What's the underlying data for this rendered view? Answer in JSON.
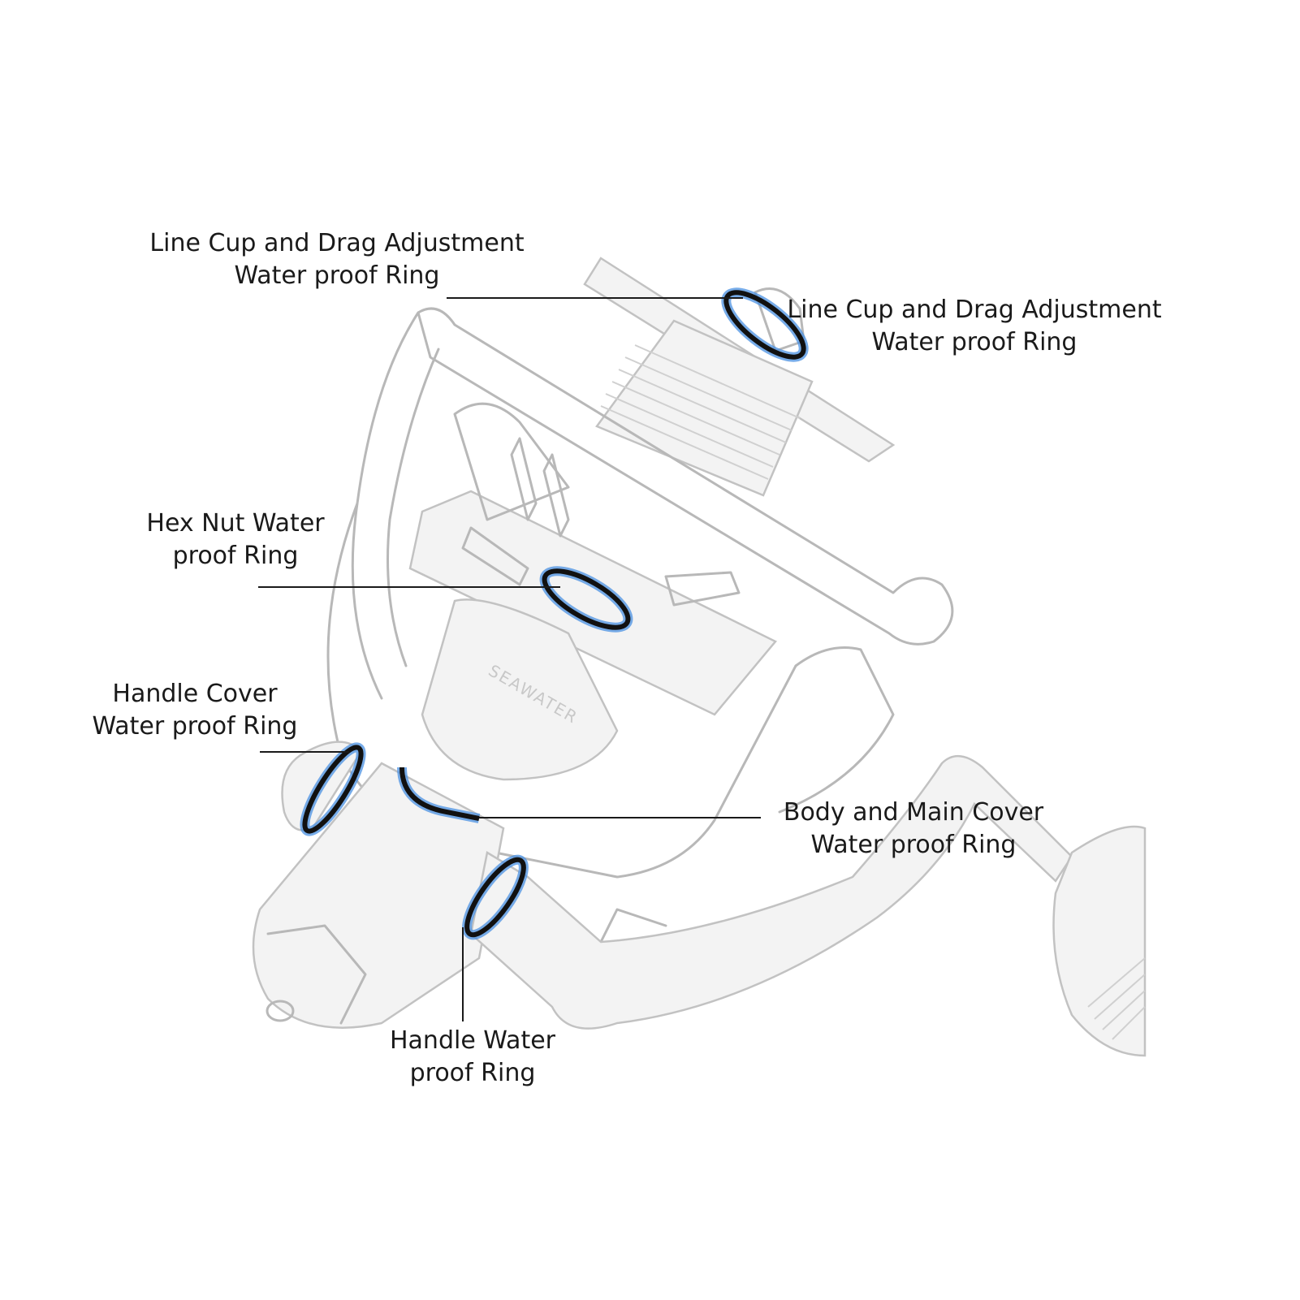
{
  "colors": {
    "ring_highlight": "#4a90e2",
    "ring_core": "#111111",
    "sketch_line": "#b8b8b8",
    "label_text": "#1a1a1a"
  },
  "labels": {
    "line_cup_left": {
      "line1": "Line Cup and Drag Adjustment",
      "line2": "Water proof Ring"
    },
    "line_cup_right": {
      "line1": "Line Cup and Drag Adjustment",
      "line2": "Water proof Ring"
    },
    "hex_nut": {
      "line1": "Hex Nut Water",
      "line2": "proof Ring"
    },
    "handle_cover": {
      "line1": "Handle Cover",
      "line2": "Water proof Ring"
    },
    "body_main_cover": {
      "line1": "Body and Main Cover",
      "line2": "Water proof Ring"
    },
    "handle": {
      "line1": "Handle Water",
      "line2": "proof Ring"
    }
  },
  "watermark_text": "SEAWATER"
}
